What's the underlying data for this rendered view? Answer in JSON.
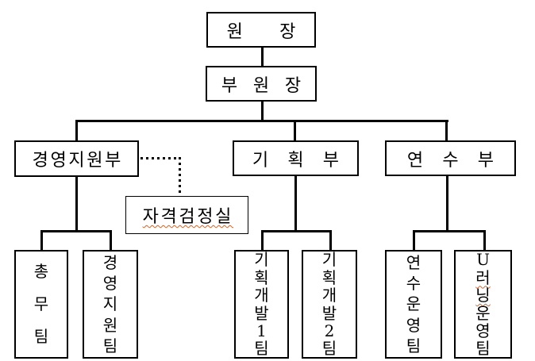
{
  "page": {
    "background_color": "#ffffff",
    "line_color": "#000000",
    "spellcheck_underline_color": "#cc6633",
    "diagram_type": "organization-chart"
  },
  "nodes": {
    "director": {
      "label": "원장"
    },
    "vice_director": {
      "label": "부원장"
    },
    "qualification_office": {
      "label": "자격검정실",
      "spellcheck_marked": true
    },
    "departments": [
      {
        "label": "경영지원부",
        "teams": [
          {
            "label": "총무팀"
          },
          {
            "label": "경영지원팀"
          }
        ]
      },
      {
        "label": "기획부",
        "teams": [
          {
            "label": "기획개발1팀"
          },
          {
            "label": "기획개발2팀"
          }
        ]
      },
      {
        "label": "연수부",
        "teams": [
          {
            "label": "연수운영팀"
          },
          {
            "label": "U러닝운영팀",
            "prefix": "U",
            "wavy": "러닝",
            "suffix": "운영팀"
          }
        ]
      }
    ]
  }
}
